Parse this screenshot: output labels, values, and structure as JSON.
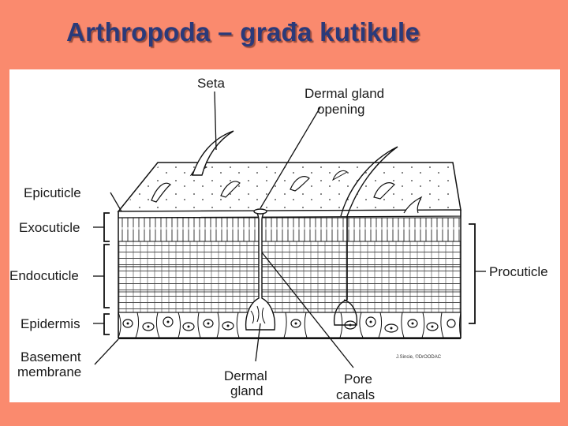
{
  "slide": {
    "title": "Arthropoda – građa kutikule",
    "background_color": "#FA8A6E",
    "title_color": "#2A3A7A"
  },
  "diagram": {
    "labels": {
      "seta": "Seta",
      "dermal_gland_opening_line1": "Dermal gland",
      "dermal_gland_opening_line2": "opening",
      "epicuticle": "Epicuticle",
      "exocuticle": "Exocuticle",
      "endocuticle": "Endocuticle",
      "epidermis": "Epidermis",
      "basement_membrane_line1": "Basement",
      "basement_membrane_line2": "membrane",
      "dermal_gland_line1": "Dermal",
      "dermal_gland_line2": "gland",
      "pore_canals_line1": "Pore",
      "pore_canals_line2": "canals",
      "procuticle": "Procuticle"
    },
    "credit": "J.Sincie, ©DrOODAC"
  }
}
